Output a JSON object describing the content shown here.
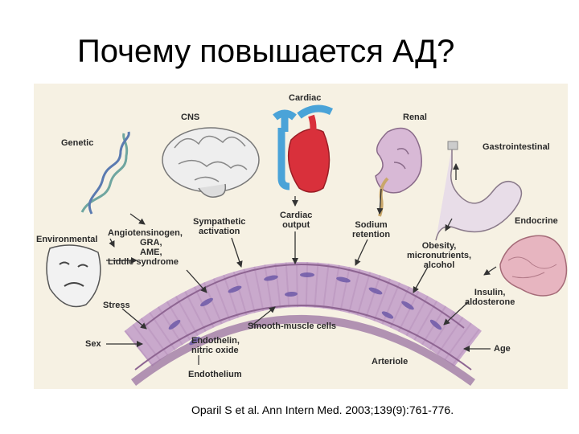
{
  "title": "Почему повышается АД?",
  "citation": "Oparil S et al. Ann Intern Med. 2003;139(9):761-776.",
  "diagram": {
    "organs": {
      "genetic": "Genetic",
      "cns": "CNS",
      "cardiac": "Cardiac",
      "renal": "Renal",
      "gastrointestinal": "Gastrointestinal",
      "endocrine": "Endocrine",
      "environmental": "Environmental"
    },
    "factors": {
      "genetic_line1": "Angiotensinogen,",
      "genetic_line2": "GRA,",
      "genetic_line3": "AME,",
      "genetic_line4": "Liddle syndrome",
      "cns_line1": "Sympathetic",
      "cns_line2": "activation",
      "cardiac_line1": "Cardiac",
      "cardiac_line2": "output",
      "renal_line1": "Sodium",
      "renal_line2": "retention",
      "gi_line1": "Obesity,",
      "gi_line2": "micronutrients,",
      "gi_line3": "alcohol",
      "endocrine_line1": "Insulin,",
      "endocrine_line2": "aldosterone",
      "stress": "Stress",
      "sex": "Sex",
      "age": "Age"
    },
    "vessel": {
      "smooth_muscle": "Smooth-muscle cells",
      "endothelin_line1": "Endothelin,",
      "endothelin_line2": "nitric oxide",
      "endothelium": "Endothelium",
      "arteriole": "Arteriole"
    }
  }
}
